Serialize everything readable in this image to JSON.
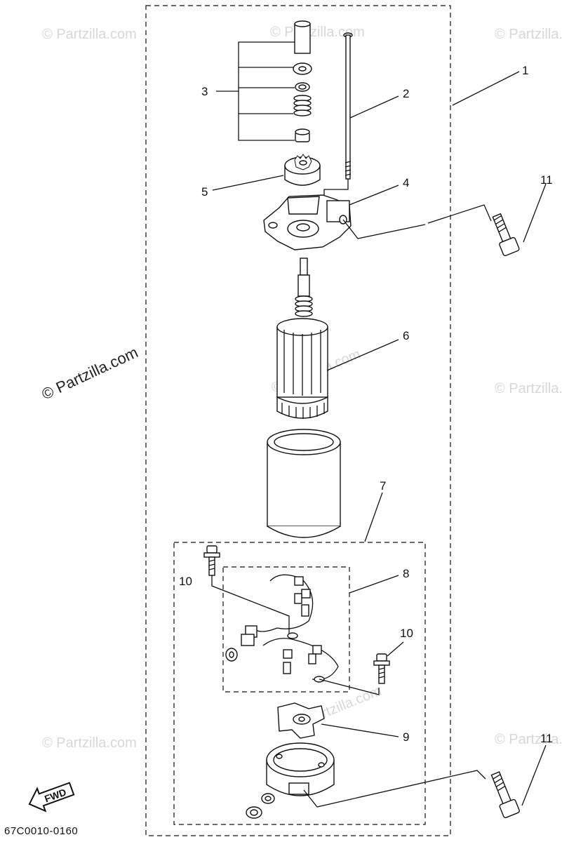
{
  "diagram_code": "67C0010-0160",
  "watermark": {
    "main": "© Partzilla.com",
    "repeat": "© Partzilla.com"
  },
  "fwd_label": "FWD",
  "callouts": {
    "c1": "1",
    "c2": "2",
    "c3": "3",
    "c4": "4",
    "c5": "5",
    "c6": "6",
    "c7": "7",
    "c8": "8",
    "c9": "9",
    "c10a": "10",
    "c10b": "10",
    "c11a": "11",
    "c11b": "11"
  }
}
